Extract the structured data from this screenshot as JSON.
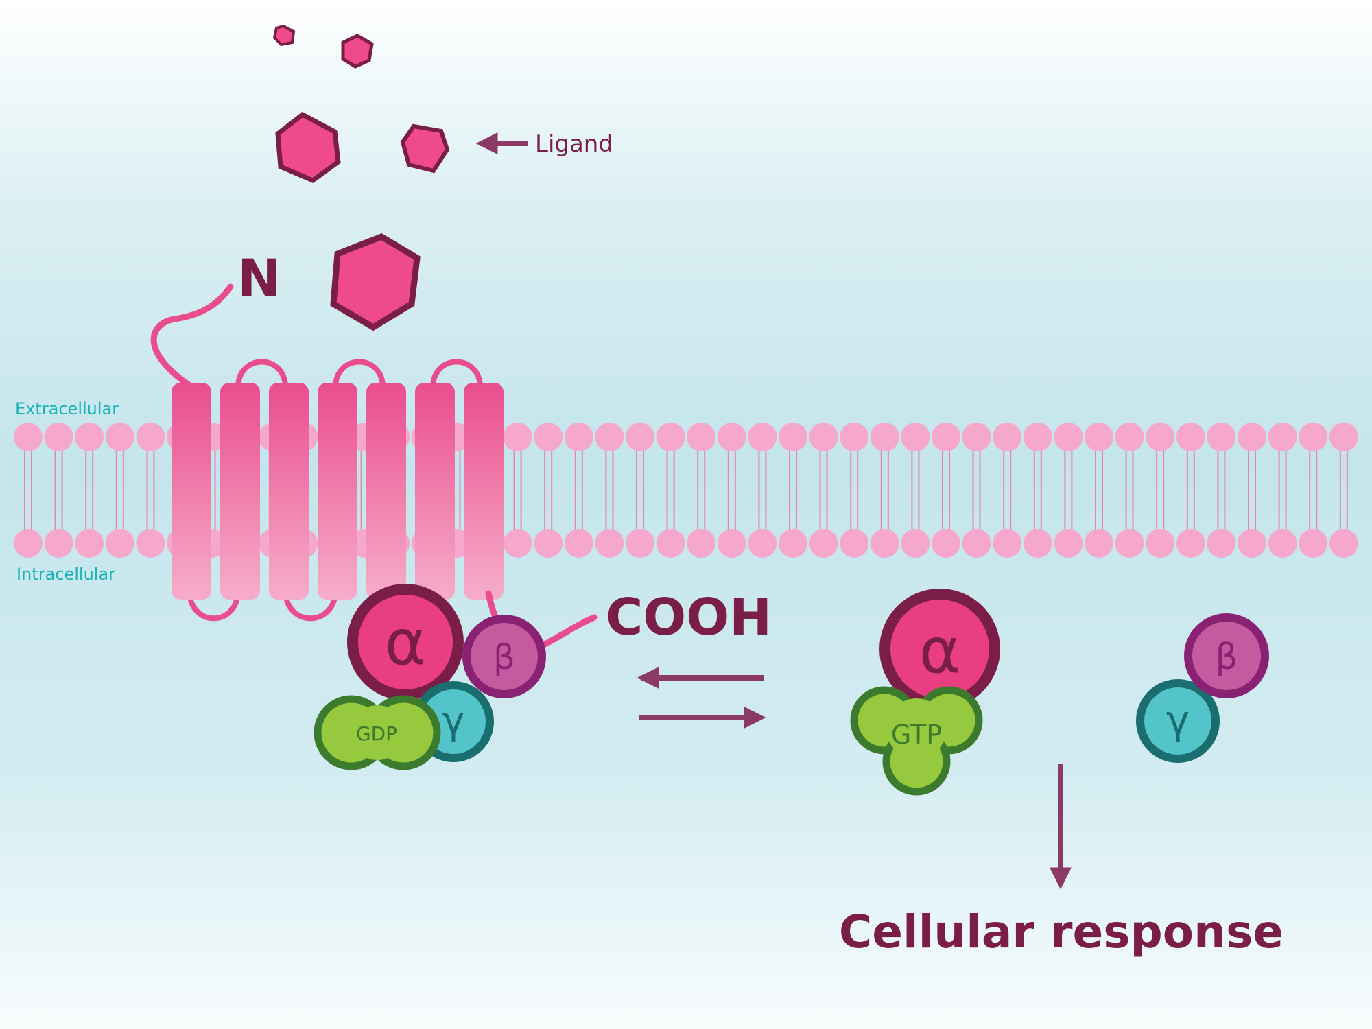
{
  "labels": {
    "ligand": "Ligand",
    "n_terminus": "N",
    "cooh": "COOH",
    "extracellular": "Extracellular",
    "intracellular": "Intracellular",
    "cellular_response": "Cellular response"
  },
  "subunits": {
    "alpha": "α",
    "beta": "β",
    "gamma": "γ",
    "gdp": "GDP",
    "gtp": "GTP"
  },
  "colors": {
    "background_mid": "#c6e6ec",
    "background_edge": "#ffffff",
    "dark_maroon": "#7a1e48",
    "ligand_pink": "#ee4a8c",
    "membrane_head": "#f5a8cb",
    "receptor_top": "#e94d8d",
    "receptor_bottom": "#f6a9c8",
    "alpha_fill": "#e93f82",
    "beta_fill": "#c55aa0",
    "beta_ring": "#8a2274",
    "gamma_fill": "#52c4ca",
    "gamma_ring": "#1a6e70",
    "gtp_fill": "#96c93d",
    "gtp_ring": "#3c7a2e",
    "teal_text": "#19b3b5"
  }
}
